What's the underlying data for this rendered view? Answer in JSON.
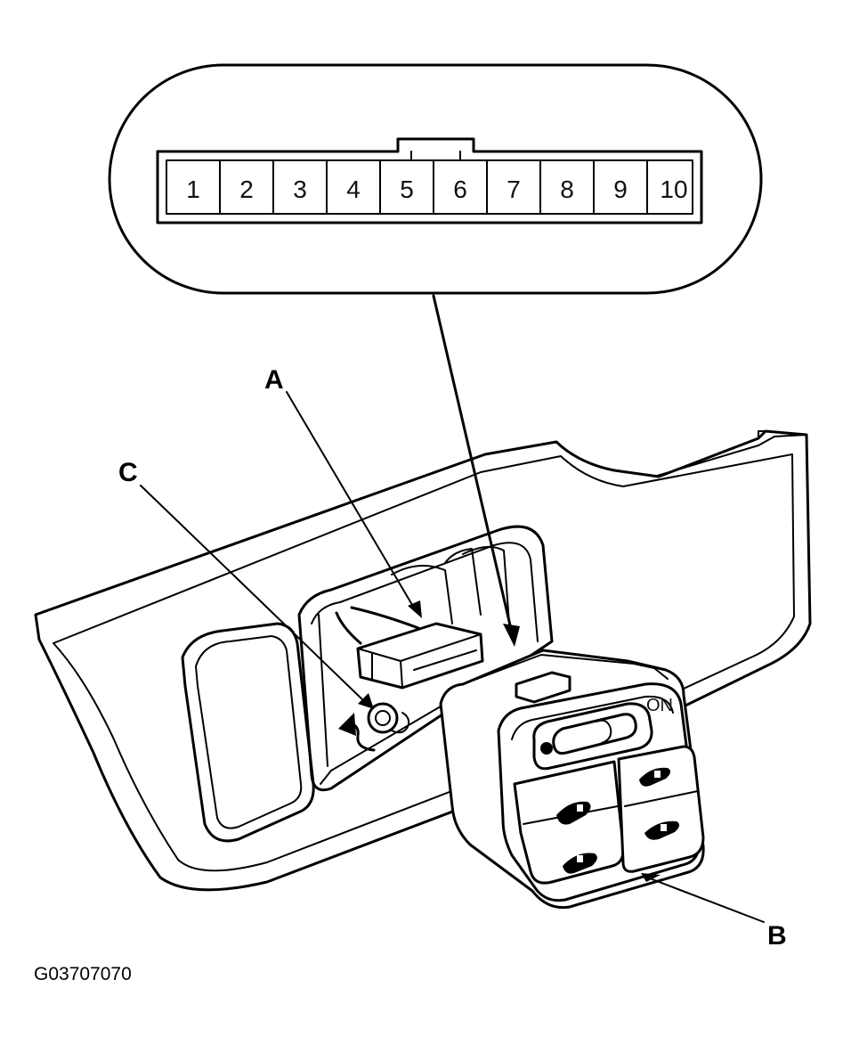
{
  "connector": {
    "pins": [
      "1",
      "2",
      "3",
      "4",
      "5",
      "6",
      "7",
      "8",
      "9",
      "10"
    ]
  },
  "callouts": {
    "a": "A",
    "b": "B",
    "c": "C"
  },
  "switch_label": "ON",
  "figure_id": "G03707070"
}
